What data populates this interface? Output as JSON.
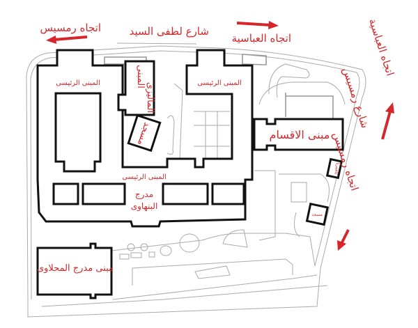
{
  "streets": {
    "top_street": "شارع لطفى السيد",
    "right_street": "شارع رمسيس"
  },
  "directions": {
    "top_left": "اتجاه رمسيس",
    "top_right": "اتجاه العباسية",
    "right_up": "اتجاه العباسية",
    "right_down": "اتجاه رمسيس"
  },
  "buildings": {
    "main_left": "المبنى الرئيسى",
    "main_right": "المبنى الرئيسى",
    "main_center": "المبنى الرئيسى",
    "malaysian_line1": "المبنى",
    "malaysian_line2": "الماليزى",
    "mosque": "مسجد",
    "departments": "مبنى الاقسام",
    "cafeteria": "كافيتريا",
    "small_mosque": "مسجد",
    "banhawy_line1": "مدرج",
    "banhawy_line2": "البنهاوى",
    "mahlawy": "مبنى مدرج المحلاوى"
  },
  "colors": {
    "label": "#d6262b",
    "building_outline": "#111111",
    "site_lines": "#aaaaaa"
  }
}
